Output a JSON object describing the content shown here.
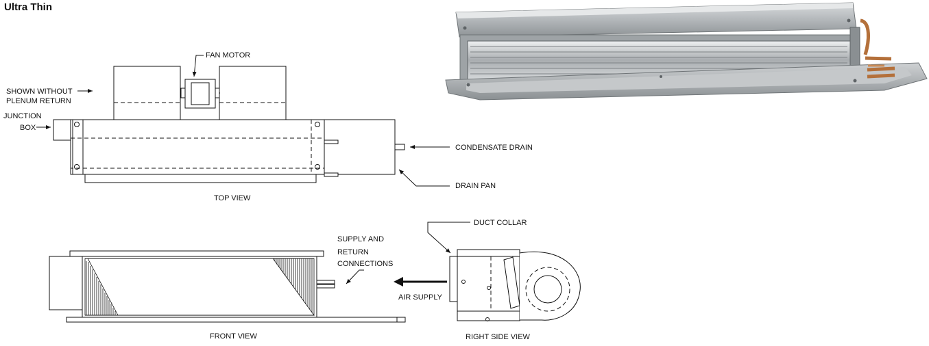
{
  "title": "Ultra Thin",
  "labels": {
    "fan_motor": "FAN MOTOR",
    "shown_without_1": "SHOWN WITHOUT",
    "shown_without_2": "PLENUM RETURN",
    "junction_1": "JUNCTION",
    "junction_2": "BOX",
    "condensate_drain": "CONDENSATE DRAIN",
    "drain_pan": "DRAIN PAN",
    "top_view": "TOP VIEW",
    "duct_collar": "DUCT COLLAR",
    "supply_1": "SUPPLY AND",
    "supply_2": "RETURN",
    "supply_3": "CONNECTIONS",
    "air_supply": "AIR SUPPLY",
    "front_view": "FRONT VIEW",
    "right_side_view": "RIGHT SIDE VIEW"
  },
  "photo": {
    "subject": "ultra thin fan coil unit",
    "colors": {
      "metal": "#b9bdc0",
      "metal_dark": "#7d8285",
      "copper": "#b4703a"
    }
  }
}
